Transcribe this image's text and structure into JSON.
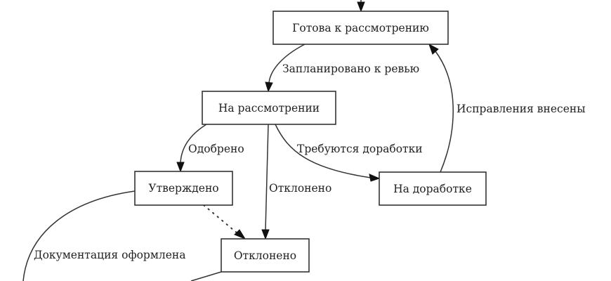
{
  "diagram": {
    "type": "state-flow",
    "nodes": [
      {
        "id": "ready",
        "label": "Готова к рассмотрению"
      },
      {
        "id": "review",
        "label": "На рассмотрении"
      },
      {
        "id": "approved",
        "label": "Утверждено"
      },
      {
        "id": "rework",
        "label": "На доработке"
      },
      {
        "id": "rejected",
        "label": "Отклонено"
      }
    ],
    "edges": [
      {
        "id": "e-in",
        "from": null,
        "to": "ready",
        "label": "",
        "style": "solid"
      },
      {
        "id": "e1",
        "from": "ready",
        "to": "review",
        "label": "Запланировано к ревью",
        "style": "solid"
      },
      {
        "id": "e2",
        "from": "review",
        "to": "approved",
        "label": "Одобрено",
        "style": "solid"
      },
      {
        "id": "e3",
        "from": "review",
        "to": "rejected",
        "label": "Отклонено",
        "style": "solid"
      },
      {
        "id": "e4",
        "from": "review",
        "to": "rework",
        "label": "Требуются доработки",
        "style": "solid"
      },
      {
        "id": "e5",
        "from": "rework",
        "to": "ready",
        "label": "Исправления внесены",
        "style": "solid"
      },
      {
        "id": "e6",
        "from": "approved",
        "to": "rejected",
        "label": "",
        "style": "dotted"
      },
      {
        "id": "e7",
        "from": "approved",
        "to": null,
        "label": "Документация оформлена",
        "style": "solid"
      },
      {
        "id": "e8",
        "from": "rejected",
        "to": null,
        "label": "",
        "style": "solid"
      }
    ]
  }
}
